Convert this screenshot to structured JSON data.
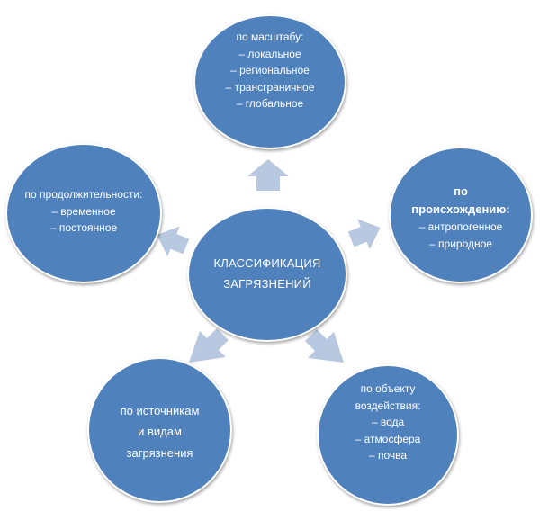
{
  "colors": {
    "node_fill": "#4f81bd",
    "arrow_fill": "#b8c8e0",
    "node_border": "#ffffff"
  },
  "center": {
    "lines": [
      "КЛАССИФИКАЦИЯ",
      "ЗАГРЯЗНЕНИЙ"
    ]
  },
  "scale": {
    "heading": "по масштабу:",
    "items": [
      "– локальное",
      "– региональное",
      "– трансграничное",
      "– глобальное"
    ]
  },
  "origin": {
    "heading_lines": [
      "по",
      "происхождению:"
    ],
    "items": [
      "– антропогенное",
      "– природное"
    ]
  },
  "duration": {
    "heading": "по продолжительности:",
    "items": [
      "– временное",
      "– постоянное"
    ]
  },
  "sources": {
    "lines": [
      "по источникам",
      "и видам",
      "загрязнения"
    ]
  },
  "object": {
    "heading_lines": [
      "по объекту",
      "воздействия:"
    ],
    "items": [
      "– вода",
      "– атмосфера",
      "– почва"
    ]
  }
}
